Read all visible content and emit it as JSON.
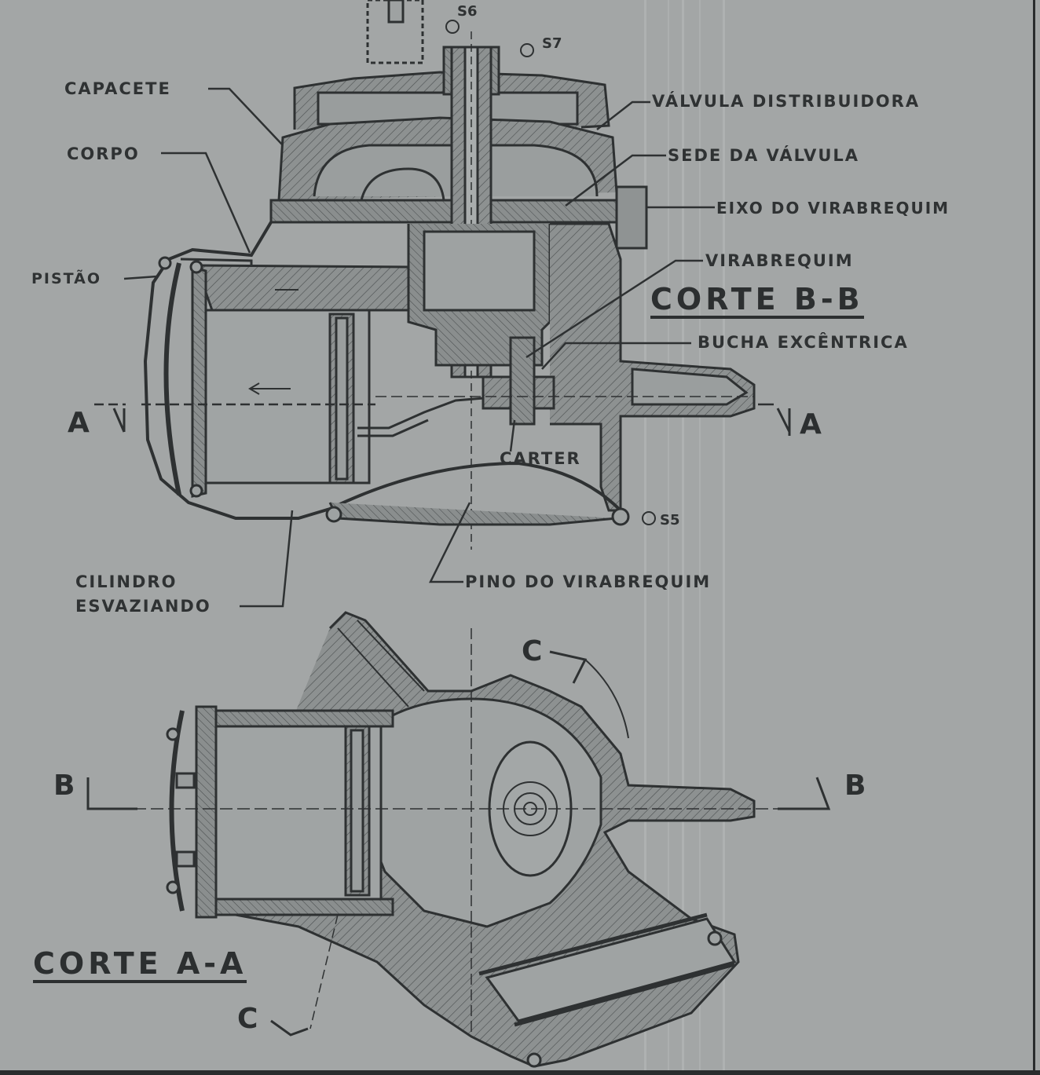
{
  "labels": {
    "capacete": "CAPACETE",
    "corpo": "CORPO",
    "pistao": "PISTÃO",
    "valvula_distribuidora": "VÁLVULA DISTRIBUIDORA",
    "sede_da_valvula": "SEDE DA VÁLVULA",
    "eixo_do_virabrequim": "EIXO DO VIRABREQUIM",
    "virabrequim": "VIRABREQUIM",
    "bucha_excentrica": "BUCHA EXCÊNTRICA",
    "carter": "CARTER",
    "cilindro": "CILINDRO",
    "esvaziando": "ESVAZIANDO",
    "pino_do_virabrequim": "PINO DO VIRABREQUIM",
    "s5": "S5",
    "s6": "S6",
    "s7": "S7"
  },
  "titles": {
    "corte_bb": "CORTE B-B",
    "corte_aa": "CORTE A-A"
  },
  "section_marks": {
    "a_left": "A",
    "a_right": "A",
    "b_left": "B",
    "b_right": "B",
    "c_top": "C",
    "c_bottom": "C"
  },
  "colors": {
    "background": "#a3a6a6",
    "ink": "#2f3233",
    "hatch_fill": "#8d9191"
  }
}
